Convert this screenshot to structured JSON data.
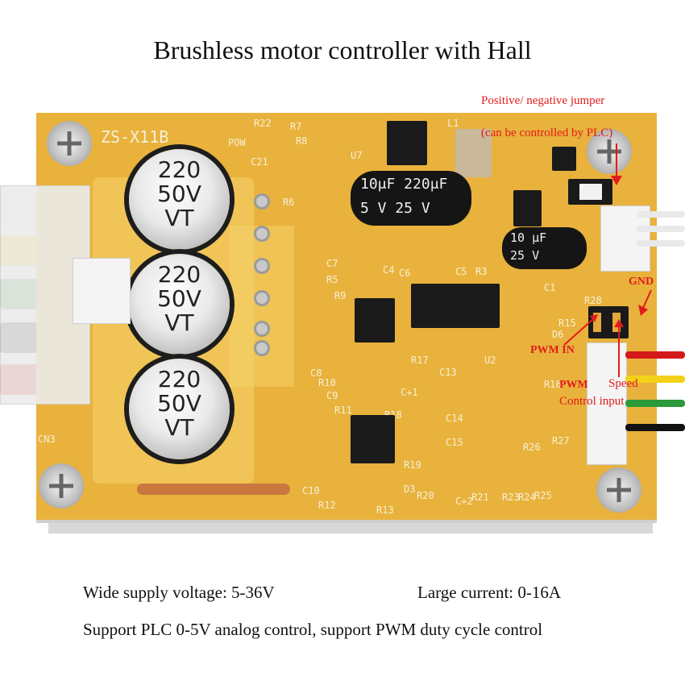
{
  "title": "Brushless motor controller with Hall",
  "board": {
    "model_label": "ZS-X11B",
    "silkscreen": [
      "POW",
      "R22",
      "R7",
      "R8",
      "C21",
      "R6",
      "U7",
      "L1",
      "C7",
      "R5",
      "R9",
      "C8",
      "R10",
      "C9",
      "R11",
      "C5",
      "R3",
      "C6",
      "C4",
      "R17",
      "R18",
      "C13",
      "C14",
      "C15",
      "R20",
      "R19",
      "R12",
      "R13",
      "C10",
      "R26",
      "R25",
      "R24",
      "R23",
      "R21",
      "R15",
      "R28",
      "U2",
      "C1",
      "C+1",
      "D3",
      "CN3",
      "R16",
      "R27",
      "D6",
      "C+2"
    ],
    "capacitors": [
      {
        "line1": "220",
        "line2": "50V",
        "line3": "VT"
      },
      {
        "line1": "220",
        "line2": "50V",
        "line3": "VT"
      },
      {
        "line1": "220",
        "line2": "50V",
        "line3": "VT"
      }
    ],
    "elec_cap_big": {
      "text_top": "10μF 220μF",
      "text_bottom": "5 V  25 V"
    },
    "elec_cap_small": {
      "text_top": "10 μF",
      "text_bottom": "25 V"
    }
  },
  "annotations": {
    "jumper_line1": "Positive/ negative jumper",
    "jumper_line2": "(can be controlled by PLC)",
    "gnd": "GND",
    "pwm_in": "PWM IN",
    "pwm": "PWM",
    "speed": "Speed",
    "control_input": "Control input"
  },
  "specs": {
    "voltage": "Wide supply voltage: 5-36V",
    "current": "Large current: 0-16A",
    "control": "Support PLC 0-5V analog control, support PWM duty cycle control"
  },
  "colors": {
    "pcb": "#e9b23c",
    "annotation": "#e21b1b",
    "wires": [
      "#f2f2f2",
      "#f3d21b",
      "#2a9a3a",
      "#222222",
      "#d4191b"
    ]
  }
}
